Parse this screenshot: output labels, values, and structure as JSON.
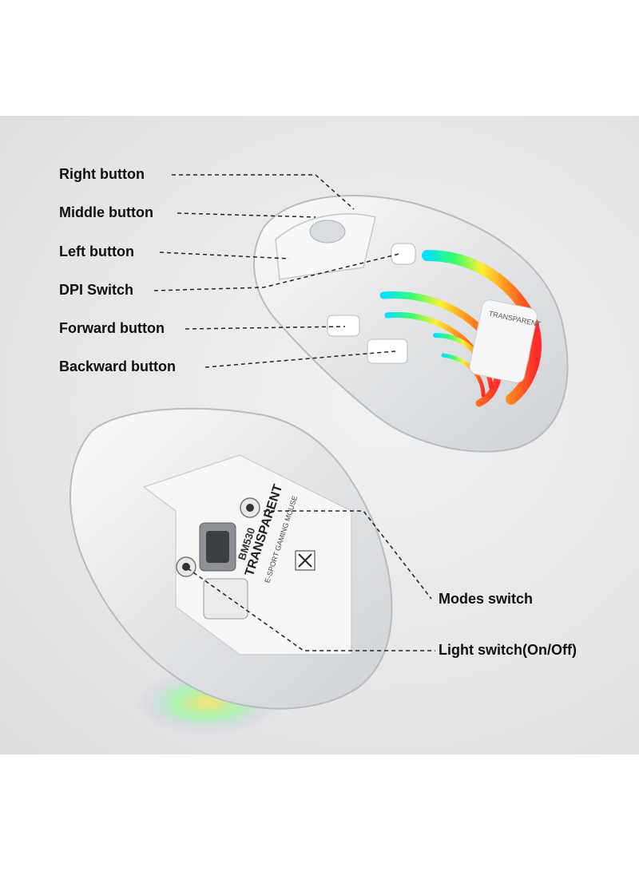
{
  "labels": {
    "right_button": "Right button",
    "middle_button": "Middle button",
    "left_button": "Left button",
    "dpi_switch": "DPI Switch",
    "forward_button": "Forward button",
    "backward_button": "Backward button",
    "modes_switch": "Modes switch",
    "light_switch": "Light switch(On/Off)"
  },
  "mouse_print": {
    "model": "BM530",
    "brand": "TRANSPARENT",
    "subtitle": "E-SPORT GAMING MOUSE",
    "top_brand": "TRANSPARENT"
  },
  "colors": {
    "background_panel": "#e6e6e6",
    "label_text": "#111111",
    "leader_line": "#222222"
  }
}
